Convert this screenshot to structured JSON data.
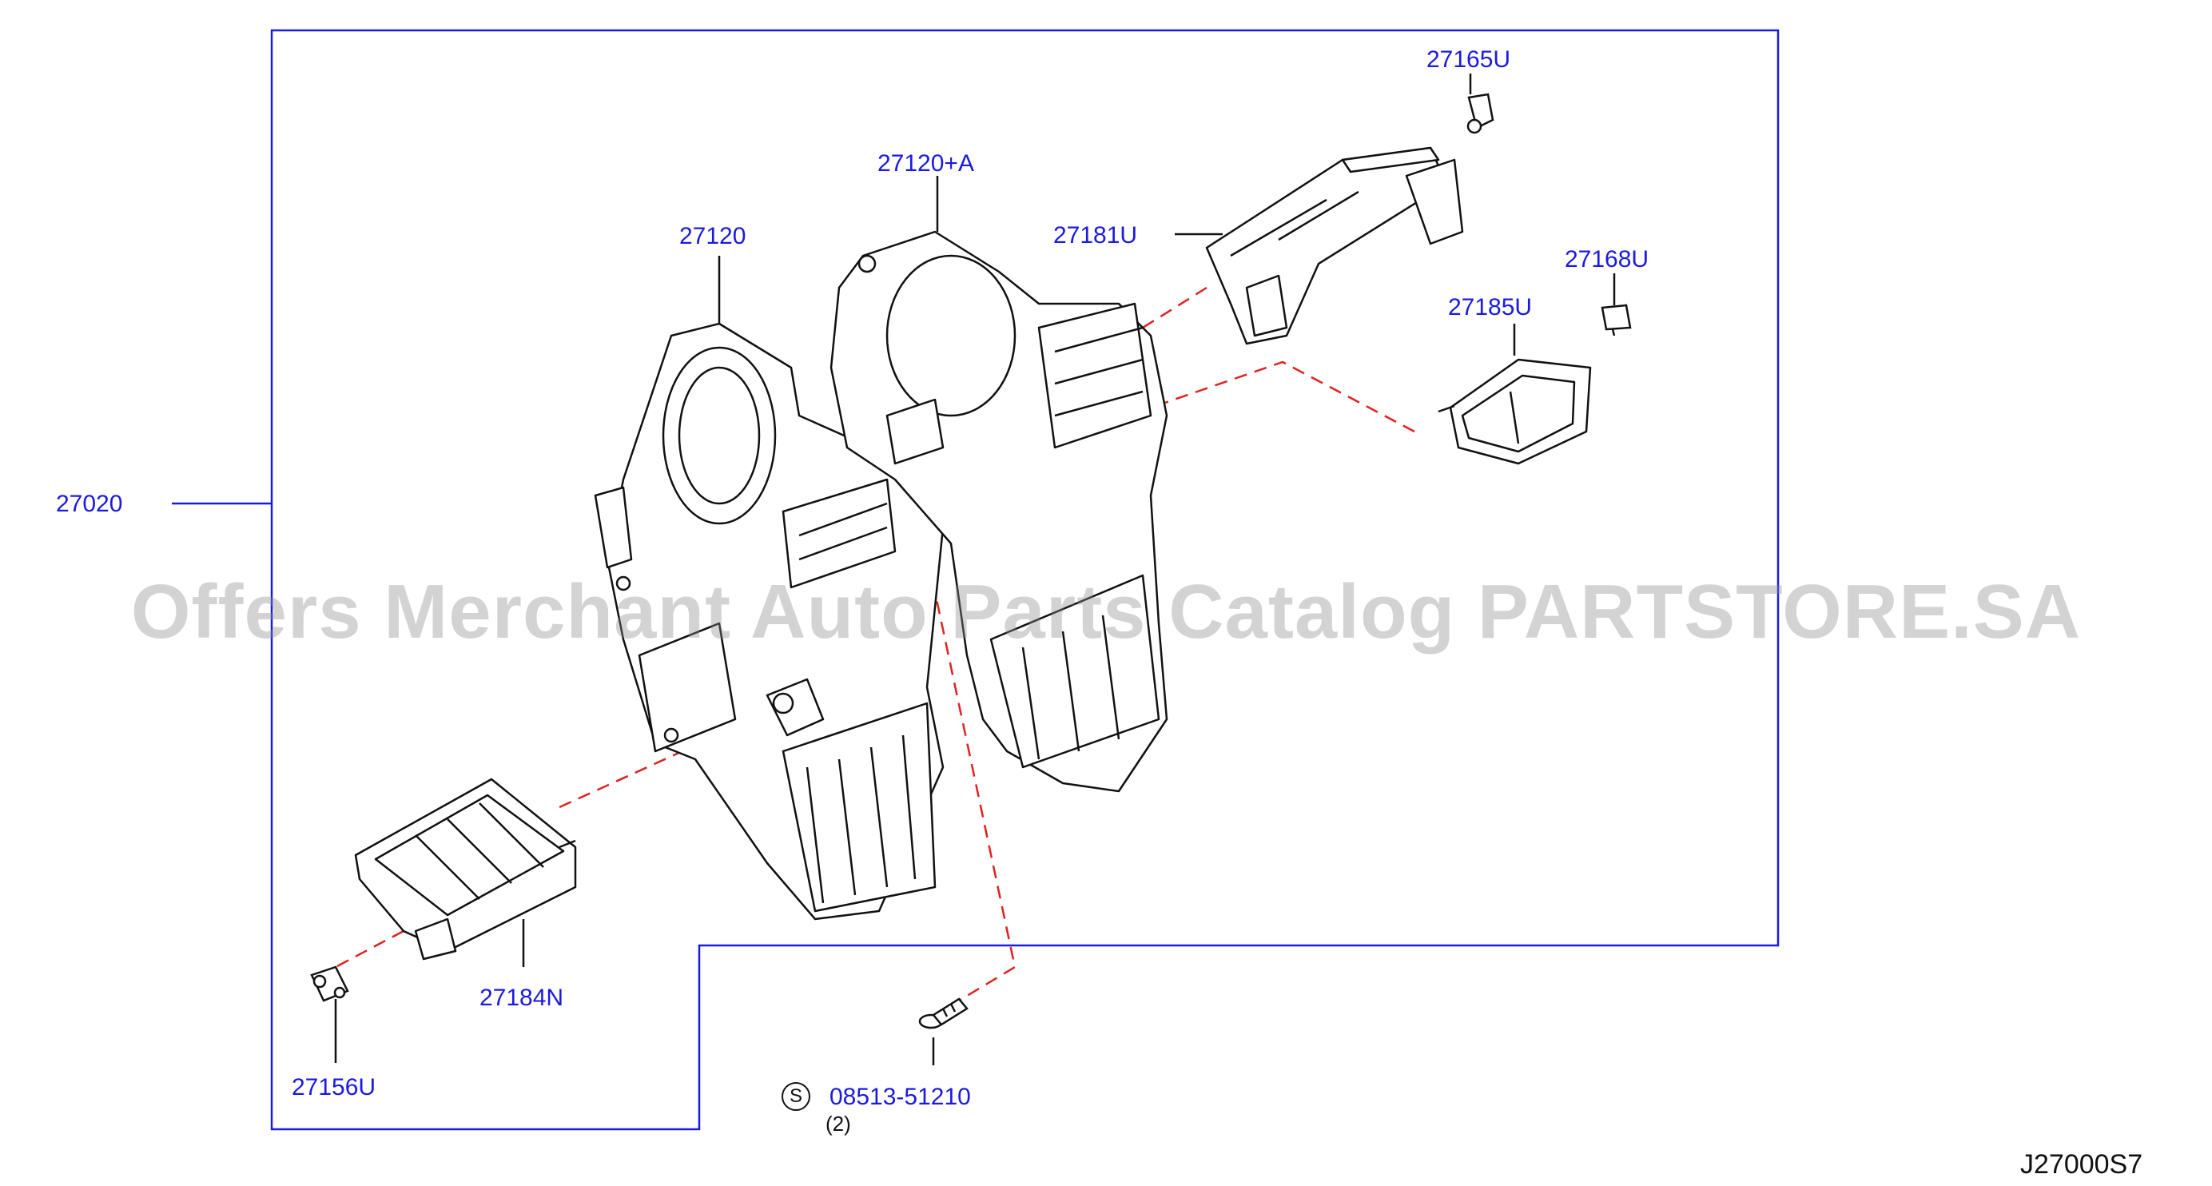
{
  "diagram": {
    "labels": {
      "assembly": "27020",
      "case_left": "27120",
      "case_right": "27120+A",
      "duct": "27181U",
      "clip_top": "27165U",
      "clip_right": "27168U",
      "door_right": "27185U",
      "door_left": "27184N",
      "clip_left": "27156U",
      "screw": "08513-51210",
      "screw_qty": "(2)",
      "screw_symbol": "S"
    },
    "drawing_code": "J27000S7",
    "watermark": "Offers Merchant Auto Parts Catalog PARTSTORE.SA",
    "colors": {
      "label": "#1a1ae0",
      "outline": "#1a1ae0",
      "leader_dash": "#e02020",
      "part_line": "#111111"
    }
  }
}
